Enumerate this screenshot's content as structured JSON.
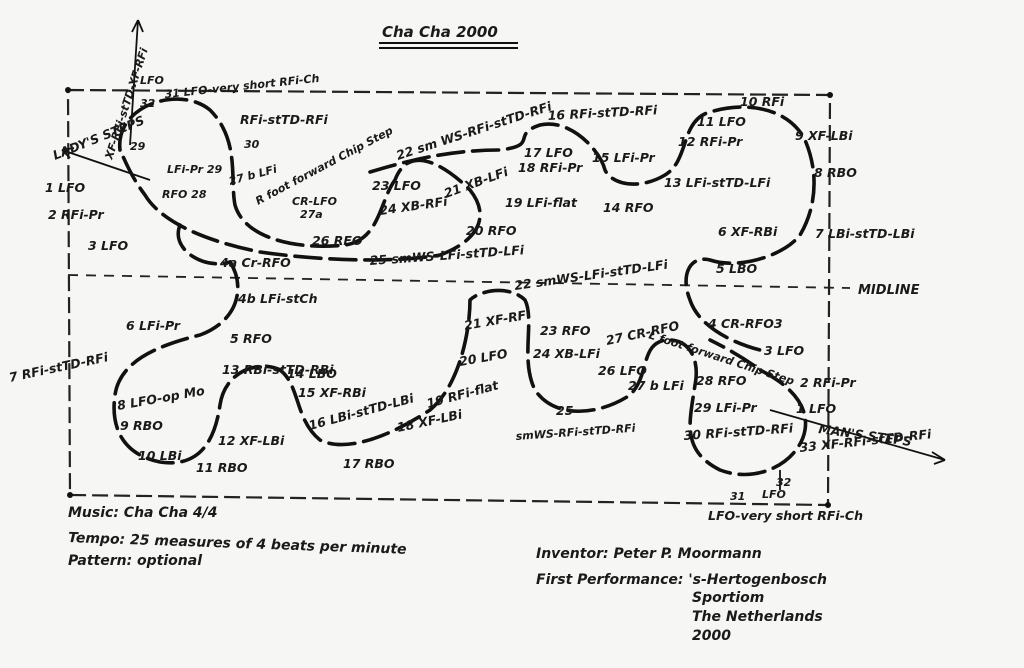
{
  "title": "Cha Cha 2000",
  "midline": "MIDLINE",
  "ladys_steps": "LADY'S STEPS",
  "mans_steps": "MAN'S STEPS",
  "info": {
    "music": "Music: Cha Cha 4/4",
    "tempo": "Tempo: 25 measures of 4 beats per minute",
    "pattern": "Pattern: optional",
    "inventor": "Inventor: Peter P. Moormann",
    "first_performance": "First Performance: 's-Hertogenbosch",
    "place1": "Sportiom",
    "place2": "The Netherlands",
    "year": "2000"
  },
  "lady_labels": [
    "XF-RFi-stTD-XF-RFi",
    "LFO",
    "32",
    "31 LFO-very short RFi-Ch",
    "RFi-stTD-RFi",
    "30",
    "29",
    "LFi-Pr 29",
    "RFO 28",
    "27 b LFi",
    "R foot forward Chip Step",
    "CR-LFO",
    "27a",
    "26 RFO",
    "1 LFO",
    "2 RFi-Pr",
    "3 LFO",
    "4a Cr-RFO",
    "4b LFi-stCh",
    "5 RFO",
    "6 LFi-Pr",
    "7 RFi-stTD-RFi",
    "8 LFO-op Mo",
    "9 RBO",
    "10 LBi",
    "11 RBO",
    "12 XF-LBi",
    "13 RBi-stTD-RBi",
    "14 LBO",
    "15 XF-RBi",
    "16 LBi-stTD-LBi",
    "17 RBO",
    "18 XF-LBi",
    "19 RFi-flat",
    "20 LFO",
    "21 XF-RFi",
    "22 smWS-LFi-stTD-LFi",
    "23 RFO",
    "24 XB-LFi",
    "25",
    "smWS-RFi-stTD-RFi",
    "26 LFO",
    "27 CR-RFO",
    "L foot forward Chip Step",
    "27 b LFi",
    "28 RFO",
    "29 LFi-Pr",
    "30 RFi-stTD-RFi",
    "31",
    "32",
    "LFO",
    "LFO-very short RFi-Ch",
    "33 XF-RFi-stTD-RFi"
  ],
  "man_labels": [
    "22 sm WS-RFi-stTD-RFi",
    "23 LFO",
    "24 XB-RFi",
    "21 XB-LFi",
    "25 smWS-LFi-stTD-LFi",
    "17 LFO",
    "18 RFi-Pr",
    "19 LFi-flat",
    "20 RFO",
    "16 RFi-stTD-RFi",
    "15 LFi-Pr",
    "14 RFO",
    "10 RFi",
    "11 LFO",
    "12 RFi-Pr",
    "13 LFi-stTD-LFi",
    "9 XF-LBi",
    "8 RBO",
    "7 LBi-stTD-LBi",
    "6 XF-RBi",
    "5 LBO",
    "4 CR-RFO3",
    "3 LFO",
    "2 RFi-Pr",
    "1 LFO"
  ]
}
